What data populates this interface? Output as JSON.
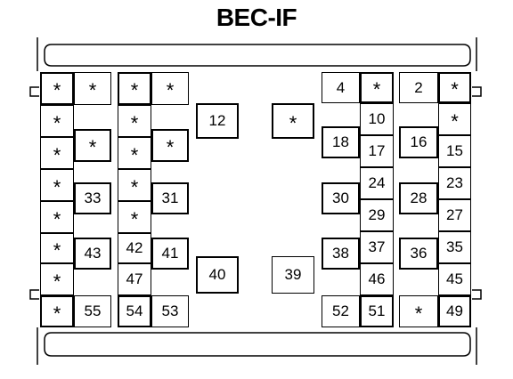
{
  "title": "BEC-IF",
  "colors": {
    "line": "#000000",
    "background": "#ffffff"
  },
  "cells": [
    {
      "id": "c1",
      "label": "*"
    },
    {
      "id": "c2",
      "label": "*"
    },
    {
      "id": "c3",
      "label": "*"
    },
    {
      "id": "c4",
      "label": "*"
    },
    {
      "id": "c5",
      "label": "*"
    },
    {
      "id": "c6",
      "label": "*"
    },
    {
      "id": "c7",
      "label": "*"
    },
    {
      "id": "c8",
      "label": "*"
    },
    {
      "id": "c9",
      "label": "*"
    },
    {
      "id": "c10",
      "label": "*"
    },
    {
      "id": "c11",
      "label": "55"
    },
    {
      "id": "c12",
      "label": "*"
    },
    {
      "id": "c13",
      "label": "*"
    },
    {
      "id": "c14",
      "label": "43"
    },
    {
      "id": "c15",
      "label": "33"
    },
    {
      "id": "c16",
      "label": "*"
    },
    {
      "id": "c17",
      "label": "*"
    },
    {
      "id": "c18",
      "label": "*"
    },
    {
      "id": "c19",
      "label": "*"
    },
    {
      "id": "c20",
      "label": "*"
    },
    {
      "id": "c21",
      "label": "*"
    },
    {
      "id": "c22",
      "label": "42"
    },
    {
      "id": "c23",
      "label": "47"
    },
    {
      "id": "c24",
      "label": "54"
    },
    {
      "id": "c25",
      "label": "53"
    },
    {
      "id": "c26",
      "label": "41"
    },
    {
      "id": "c27",
      "label": "31"
    },
    {
      "id": "c28",
      "label": "12"
    },
    {
      "id": "c29",
      "label": "40"
    },
    {
      "id": "c30",
      "label": "*"
    },
    {
      "id": "c31",
      "label": "39"
    },
    {
      "id": "c32",
      "label": "4"
    },
    {
      "id": "c33",
      "label": "*"
    },
    {
      "id": "c34",
      "label": "10"
    },
    {
      "id": "c35",
      "label": "18"
    },
    {
      "id": "c36",
      "label": "17"
    },
    {
      "id": "c37",
      "label": "24"
    },
    {
      "id": "c38",
      "label": "30"
    },
    {
      "id": "c39",
      "label": "29"
    },
    {
      "id": "c40",
      "label": "37"
    },
    {
      "id": "c41",
      "label": "38"
    },
    {
      "id": "c42",
      "label": "46"
    },
    {
      "id": "c43",
      "label": "52"
    },
    {
      "id": "c44",
      "label": "51"
    },
    {
      "id": "c45",
      "label": "2"
    },
    {
      "id": "c46",
      "label": "*"
    },
    {
      "id": "c47",
      "label": "*"
    },
    {
      "id": "c48",
      "label": "16"
    },
    {
      "id": "c49",
      "label": "15"
    },
    {
      "id": "c50",
      "label": "23"
    },
    {
      "id": "c51",
      "label": "28"
    },
    {
      "id": "c52",
      "label": "27"
    },
    {
      "id": "c53",
      "label": "35"
    },
    {
      "id": "c54",
      "label": "36"
    },
    {
      "id": "c55",
      "label": "45"
    },
    {
      "id": "c56",
      "label": "*"
    },
    {
      "id": "c57",
      "label": "49"
    }
  ]
}
